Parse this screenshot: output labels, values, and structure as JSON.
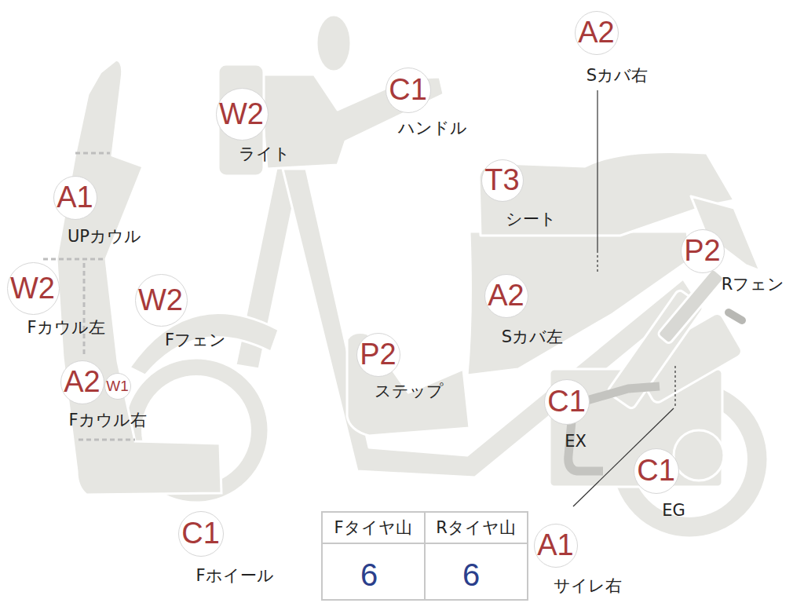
{
  "diagram": {
    "nodes": [
      {
        "text": [
          "A2",
          "Sカバ右"
        ]
      },
      {
        "text": [
          "C1",
          "ハンドル"
        ]
      },
      {
        "text": [
          "W2",
          "ライト"
        ]
      },
      {
        "text": [
          "T3",
          "シート"
        ]
      },
      {
        "text": [
          "A1",
          "UPカウル"
        ]
      },
      {
        "text": [
          "P2",
          "Rフェン"
        ]
      },
      {
        "text": [
          "W2",
          "Fカウル左"
        ]
      },
      {
        "text": [
          "A2",
          "Sカバ左"
        ]
      },
      {
        "text": [
          "W2",
          "Fフェン"
        ]
      },
      {
        "text": [
          "P2",
          "ステップ"
        ]
      },
      {
        "text": [
          "A2",
          "Fカウル右"
        ]
      },
      {
        "text": [
          "W1"
        ]
      },
      {
        "text": [
          "C1",
          "EX"
        ]
      },
      {
        "text": [
          "C1",
          "EG"
        ]
      },
      {
        "text": [
          "C1",
          "Fホイール"
        ]
      },
      {
        "text": [
          "A1",
          "サイレ右"
        ]
      }
    ],
    "labels": [
      "Fタイヤ山",
      "Rタイヤ山",
      "6",
      "6"
    ]
  }
}
